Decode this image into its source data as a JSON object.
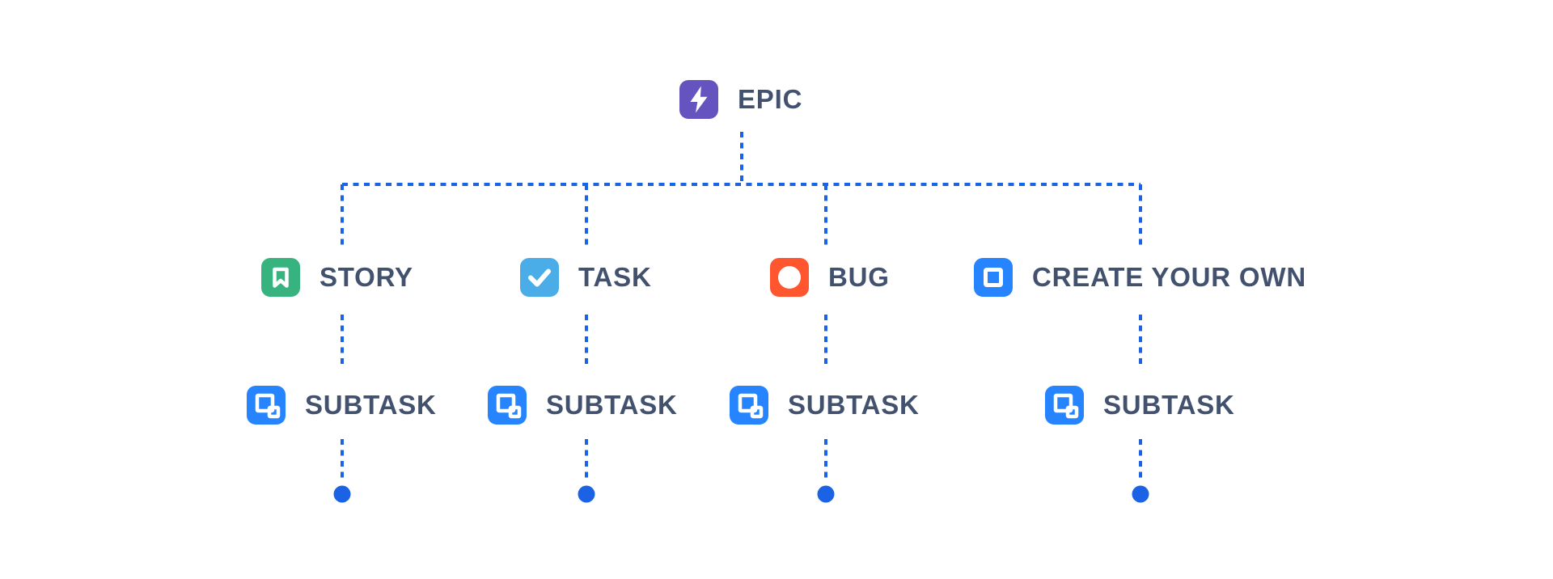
{
  "canvas": {
    "background": "#ffffff",
    "connector_color": "#1B62E5",
    "label_color": "#42526E"
  },
  "root": {
    "label": "EPIC",
    "color": "#6554C0",
    "icon": "lightning-bolt-icon"
  },
  "columns": [
    {
      "type": {
        "label": "STORY",
        "color": "#36B37E",
        "icon": "bookmark-icon"
      },
      "subtask": {
        "label": "SUBTASK",
        "color": "#2684FF",
        "icon": "subtask-squares-icon"
      }
    },
    {
      "type": {
        "label": "TASK",
        "color": "#4BADE8",
        "icon": "checkmark-icon"
      },
      "subtask": {
        "label": "SUBTASK",
        "color": "#2684FF",
        "icon": "subtask-squares-icon"
      }
    },
    {
      "type": {
        "label": "BUG",
        "color": "#FF5630",
        "icon": "filled-circle-icon"
      },
      "subtask": {
        "label": "SUBTASK",
        "color": "#2684FF",
        "icon": "subtask-squares-icon"
      }
    },
    {
      "type": {
        "label": "CREATE YOUR OWN",
        "color": "#2684FF",
        "icon": "square-outline-icon"
      },
      "subtask": {
        "label": "SUBTASK",
        "color": "#2684FF",
        "icon": "subtask-squares-icon"
      }
    }
  ]
}
